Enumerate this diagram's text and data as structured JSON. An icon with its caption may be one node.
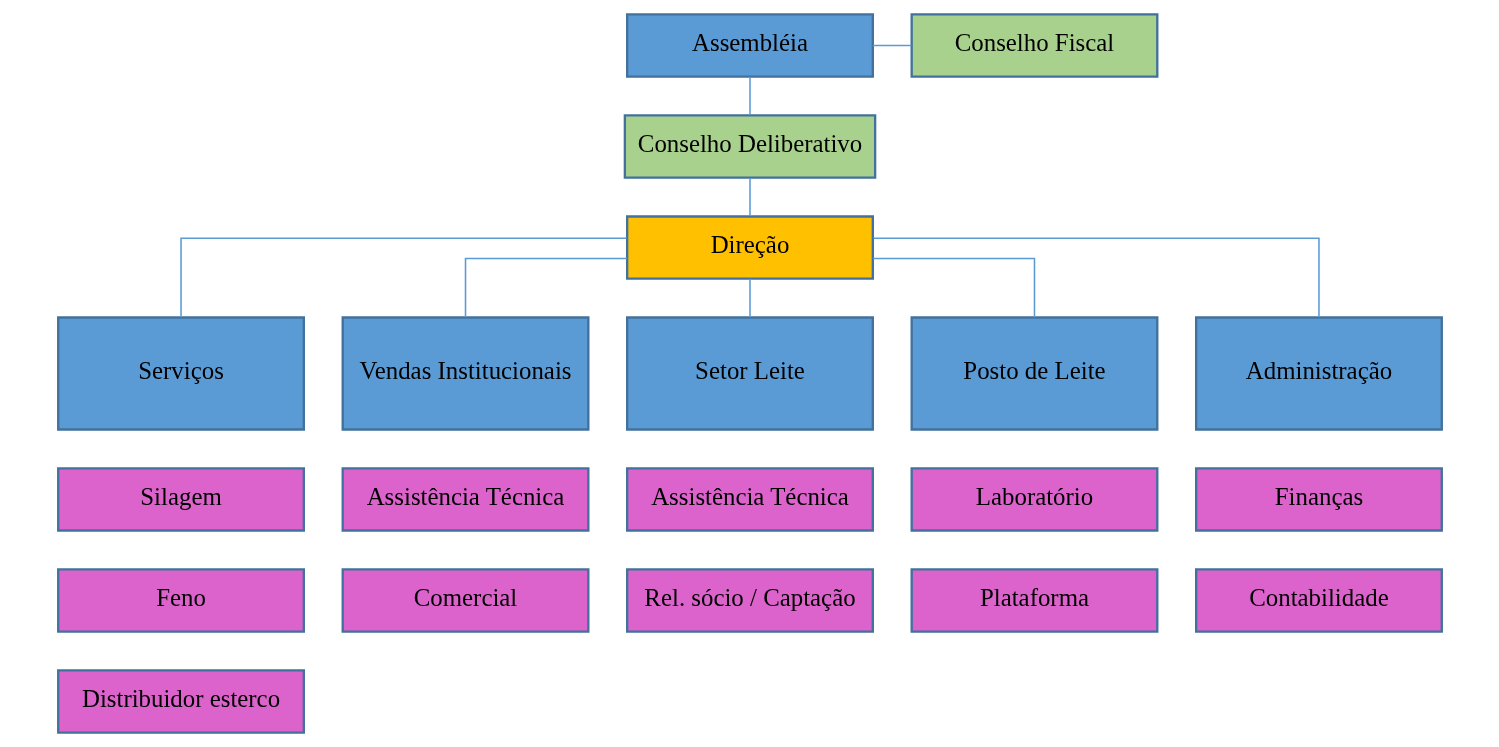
{
  "diagram": {
    "nodes": [
      {
        "text": [
          "Assembléia"
        ]
      },
      {
        "text": [
          "Conselho Fiscal"
        ]
      },
      {
        "text": [
          "Conselho Deliberativo"
        ]
      },
      {
        "text": [
          "Direção"
        ]
      },
      {
        "text": [
          "Serviços"
        ]
      },
      {
        "text": [
          "Vendas Institucionais"
        ]
      },
      {
        "text": [
          "Setor Leite"
        ]
      },
      {
        "text": [
          "Posto de Leite"
        ]
      },
      {
        "text": [
          "Administração"
        ]
      },
      {
        "text": [
          "Silagem"
        ]
      },
      {
        "text": [
          "Feno"
        ]
      },
      {
        "text": [
          "Distribuidor esterco"
        ]
      },
      {
        "text": [
          "Assistência Técnica"
        ]
      },
      {
        "text": [
          "Comercial"
        ]
      },
      {
        "text": [
          "Assistência Técnica"
        ]
      },
      {
        "text": [
          "Rel. sócio / Captação"
        ]
      },
      {
        "text": [
          "Laboratório"
        ]
      },
      {
        "text": [
          "Plataforma"
        ]
      },
      {
        "text": [
          "Finanças"
        ]
      },
      {
        "text": [
          "Contabilidade"
        ]
      }
    ],
    "edges": [
      {
        "from": 1,
        "to": 0,
        "arrow": "none"
      },
      {
        "from": 0,
        "to": 2,
        "arrow": "none"
      },
      {
        "from": 2,
        "to": 3,
        "arrow": "none"
      },
      {
        "from": 3,
        "to": 4,
        "arrow": "none"
      },
      {
        "from": 3,
        "to": 5,
        "arrow": "none"
      },
      {
        "from": 3,
        "to": 6,
        "arrow": "none"
      },
      {
        "from": 3,
        "to": 7,
        "arrow": "none"
      },
      {
        "from": 3,
        "to": 8,
        "arrow": "none"
      }
    ]
  }
}
